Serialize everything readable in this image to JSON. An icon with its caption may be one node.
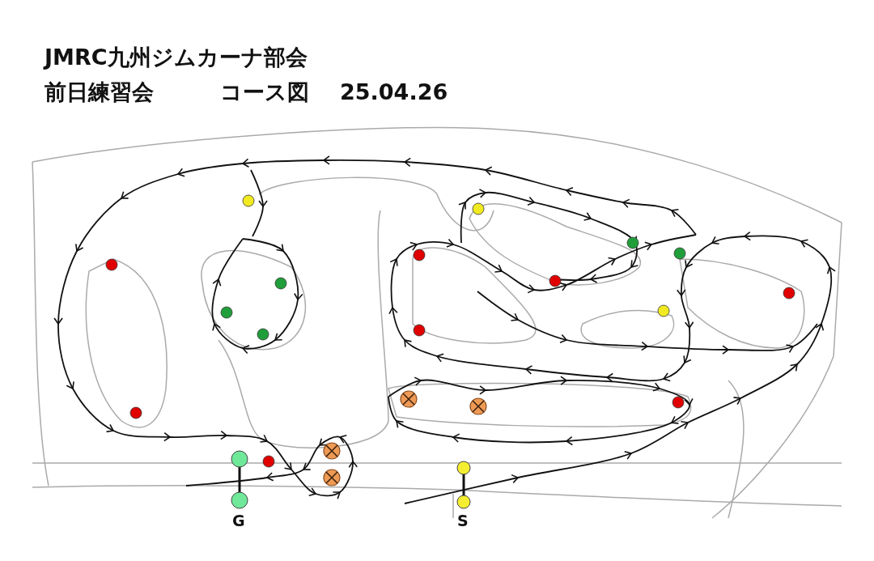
{
  "diagram": {
    "title": "JMRC九州ジムカーナ部会",
    "labels": [
      "前日練習会",
      "コース図",
      "25.04.26",
      "G",
      "S"
    ]
  }
}
